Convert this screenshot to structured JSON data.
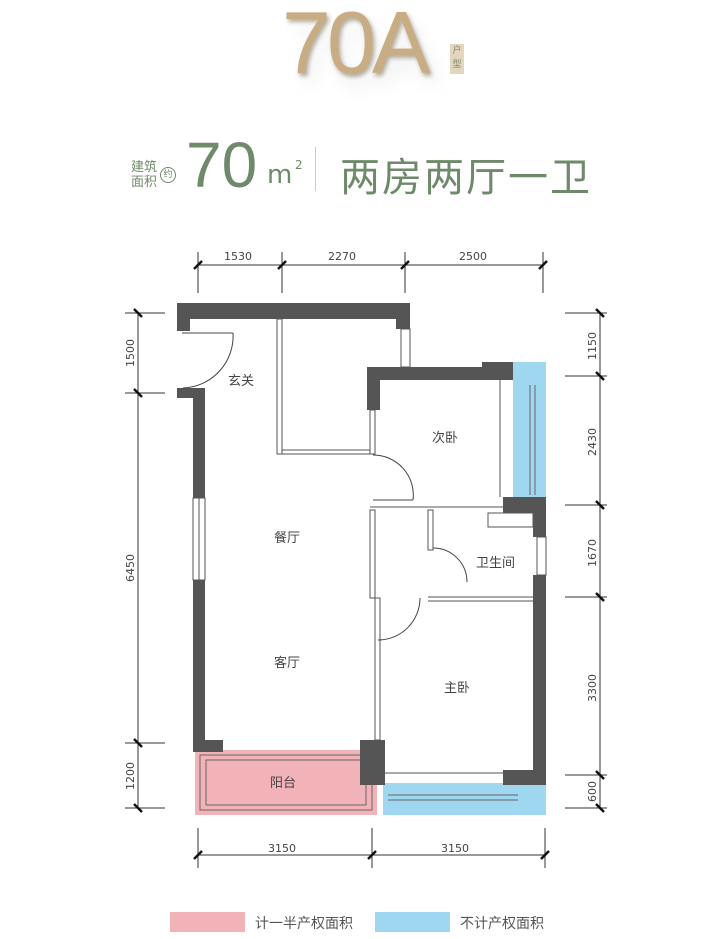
{
  "header": {
    "model": "70A",
    "model_tag": "户型",
    "area_label": "建筑面积",
    "approx": "约",
    "area_value": "70",
    "area_unit": "m",
    "area_unit_sup": "2",
    "layout_type": "两房两厅一卫"
  },
  "plan": {
    "rooms": {
      "entry": "玄关",
      "second_bedroom": "次卧",
      "dining": "餐厅",
      "bathroom": "卫生间",
      "living": "客厅",
      "master_bedroom": "主卧",
      "balcony": "阳台"
    },
    "dims": {
      "top": [
        "1530",
        "2270",
        "2500"
      ],
      "left": [
        "1500",
        "6450",
        "1200"
      ],
      "right": [
        "1150",
        "2430",
        "1670",
        "3300",
        "600"
      ],
      "bottom": [
        "3150",
        "3150"
      ]
    },
    "colors": {
      "wall": "#555555",
      "half_area": "#f2b3b8",
      "excluded_area": "#9fd6f0",
      "accent_green": "#6f8a6a",
      "gold": "#c8ad84"
    }
  },
  "legend": [
    {
      "label": "计一半产权面积",
      "color": "#f2b3b8"
    },
    {
      "label": "不计产权面积",
      "color": "#9fd6f0"
    }
  ]
}
